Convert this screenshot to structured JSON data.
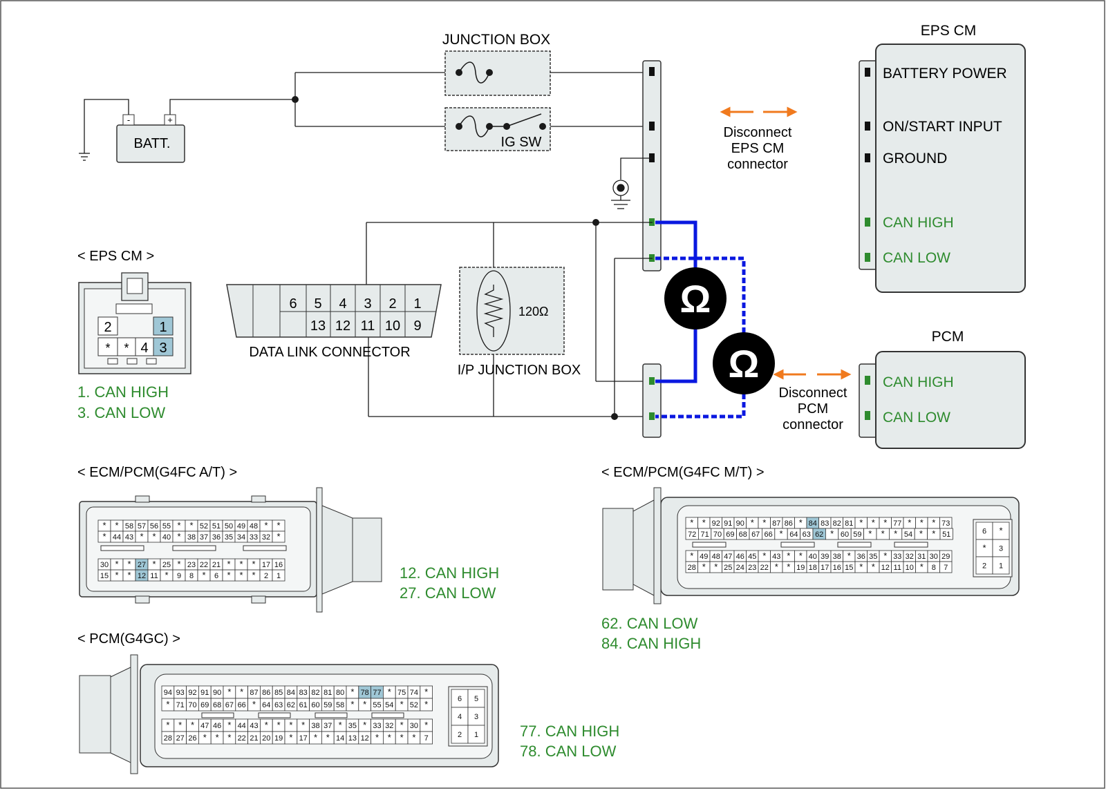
{
  "colors": {
    "wire": "#1a1a1a",
    "can_high_wire": "#0a18e0",
    "can_low_wire": "#0a18e0",
    "green_label": "#2e8b2e",
    "pin_highlight": "#9fc7d6",
    "box_fill": "#e6ebeb",
    "arrow_orange": "#f07a1e",
    "meter_fill": "#000000"
  },
  "top": {
    "junction_box_label": "JUNCTION BOX",
    "battery_label": "BATT.",
    "battery_neg": "-",
    "battery_pos": "+",
    "ig_sw_label": "IG SW",
    "ohm_symbol": "Ω",
    "resistor_label": "120Ω",
    "ip_junction_box_label": "I/P JUNCTION BOX",
    "dlc_label": "DATA LINK CONNECTOR",
    "dlc_top_pins": [
      "6",
      "5",
      "4",
      "3",
      "2",
      "1"
    ],
    "dlc_bottom_pins": [
      "13",
      "12",
      "11",
      "10",
      "9"
    ],
    "disconnect_eps": [
      "Disconnect",
      "EPS CM",
      "connector"
    ],
    "disconnect_pcm": [
      "Disconnect",
      "PCM",
      "connector"
    ]
  },
  "eps_cm_module": {
    "title": "EPS CM",
    "pins": [
      "BATTERY POWER",
      "ON/START INPUT",
      "GROUND",
      "CAN HIGH",
      "CAN LOW"
    ]
  },
  "pcm_module": {
    "title": "PCM",
    "pins": [
      "CAN HIGH",
      "CAN LOW"
    ]
  },
  "eps_cm_connector": {
    "title": "< EPS CM >",
    "pins": [
      "2",
      "1",
      "*",
      "*",
      "4",
      "3"
    ],
    "legend": [
      "1. CAN HIGH",
      "3. CAN LOW"
    ]
  },
  "ecm_at": {
    "title": "< ECM/PCM(G4FC A/T) >",
    "row1": [
      "*",
      "*",
      "58",
      "57",
      "56",
      "55",
      "*",
      "*",
      "52",
      "51",
      "50",
      "49",
      "48",
      "*",
      "*"
    ],
    "row2": [
      "*",
      "44",
      "43",
      "*",
      "*",
      "40",
      "*",
      "38",
      "37",
      "36",
      "35",
      "34",
      "33",
      "32",
      "*"
    ],
    "row3": [
      "30",
      "*",
      "*",
      "27",
      "*",
      "25",
      "*",
      "23",
      "22",
      "21",
      "*",
      "*",
      "*",
      "17",
      "16"
    ],
    "row4": [
      "15",
      "*",
      "*",
      "12",
      "11",
      "*",
      "9",
      "8",
      "*",
      "6",
      "*",
      "*",
      "*",
      "2",
      "1"
    ],
    "legend": [
      "12. CAN HIGH",
      "27. CAN LOW"
    ]
  },
  "ecm_mt": {
    "title": "< ECM/PCM(G4FC M/T) >",
    "row1": [
      "*",
      "*",
      "92",
      "91",
      "90",
      "*",
      "*",
      "87",
      "86",
      "*",
      "84",
      "83",
      "82",
      "81",
      "*",
      "*",
      "*",
      "77",
      "*",
      "*",
      "*",
      "73"
    ],
    "row2": [
      "72",
      "71",
      "70",
      "69",
      "68",
      "67",
      "66",
      "*",
      "64",
      "63",
      "62",
      "*",
      "60",
      "59",
      "*",
      "*",
      "*",
      "54",
      "*",
      "*",
      "51"
    ],
    "row3": [
      "*",
      "49",
      "48",
      "47",
      "46",
      "45",
      "*",
      "43",
      "*",
      "*",
      "40",
      "39",
      "38",
      "*",
      "36",
      "35",
      "*",
      "33",
      "32",
      "31",
      "30",
      "29"
    ],
    "row4": [
      "28",
      "*",
      "*",
      "25",
      "24",
      "23",
      "22",
      "*",
      "*",
      "19",
      "18",
      "17",
      "16",
      "15",
      "*",
      "*",
      "12",
      "11",
      "10",
      "*",
      "8",
      "7"
    ],
    "side": [
      "6",
      "*",
      "*",
      "3",
      "2",
      "1"
    ],
    "legend": [
      "62. CAN LOW",
      "84. CAN HIGH"
    ]
  },
  "pcm_g4gc": {
    "title": "< PCM(G4GC) >",
    "row1": [
      "94",
      "93",
      "92",
      "91",
      "90",
      "*",
      "*",
      "87",
      "86",
      "85",
      "84",
      "83",
      "82",
      "81",
      "80",
      "*",
      "78",
      "77",
      "*",
      "75",
      "74",
      "*"
    ],
    "row2": [
      "*",
      "71",
      "70",
      "69",
      "68",
      "67",
      "66",
      "*",
      "64",
      "63",
      "62",
      "61",
      "60",
      "59",
      "58",
      "*",
      "*",
      "55",
      "54",
      "*",
      "52",
      "*"
    ],
    "row3": [
      "*",
      "*",
      "*",
      "47",
      "46",
      "*",
      "44",
      "43",
      "*",
      "*",
      "*",
      "*",
      "38",
      "37",
      "*",
      "35",
      "*",
      "33",
      "32",
      "*",
      "30",
      "*"
    ],
    "row4": [
      "28",
      "27",
      "26",
      "*",
      "*",
      "*",
      "22",
      "21",
      "20",
      "19",
      "*",
      "17",
      "*",
      "*",
      "14",
      "13",
      "12",
      "*",
      "*",
      "*",
      "*",
      "7"
    ],
    "side": [
      "6",
      "5",
      "4",
      "3",
      "2",
      "1"
    ],
    "legend": [
      "77. CAN HIGH",
      "78. CAN LOW"
    ]
  }
}
